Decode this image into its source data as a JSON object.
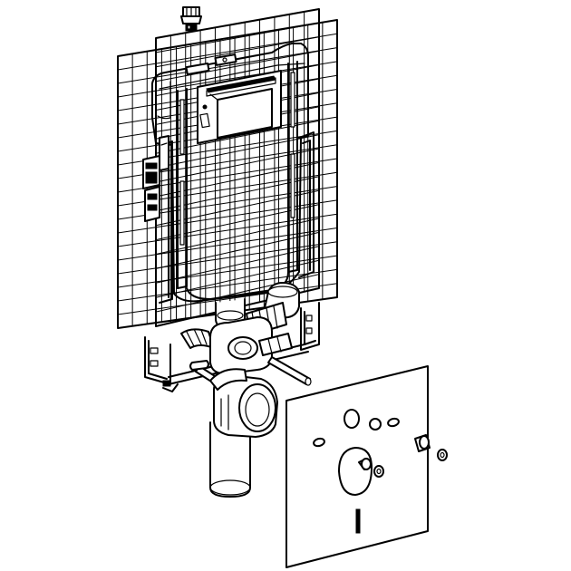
{
  "figure": {
    "parts": [
      {
        "id": "fill-valve-connector",
        "icon": "valve-fitting-icon"
      },
      {
        "id": "mesh-panel-rear",
        "icon": "mesh-grid-icon"
      },
      {
        "id": "mesh-panel-front",
        "icon": "mesh-grid-icon"
      },
      {
        "id": "cistern-frame",
        "icon": "frame-icon"
      },
      {
        "id": "flush-plate-opening",
        "icon": "inspection-opening-icon"
      },
      {
        "id": "mounting-brackets",
        "icon": "bracket-icon"
      },
      {
        "id": "flush-bend-and-pipes",
        "icon": "pipe-icon"
      },
      {
        "id": "drain-elbow",
        "icon": "elbow-pipe-icon"
      },
      {
        "id": "threaded-studs",
        "icon": "threaded-rod-icon"
      },
      {
        "id": "sound-insulation-gasket",
        "icon": "gasket-plate-icon"
      },
      {
        "id": "fixing-bolt",
        "icon": "bolt-icon"
      },
      {
        "id": "washer",
        "icon": "washer-icon"
      }
    ],
    "colors": {
      "line": "#000000",
      "background": "#ffffff"
    }
  }
}
